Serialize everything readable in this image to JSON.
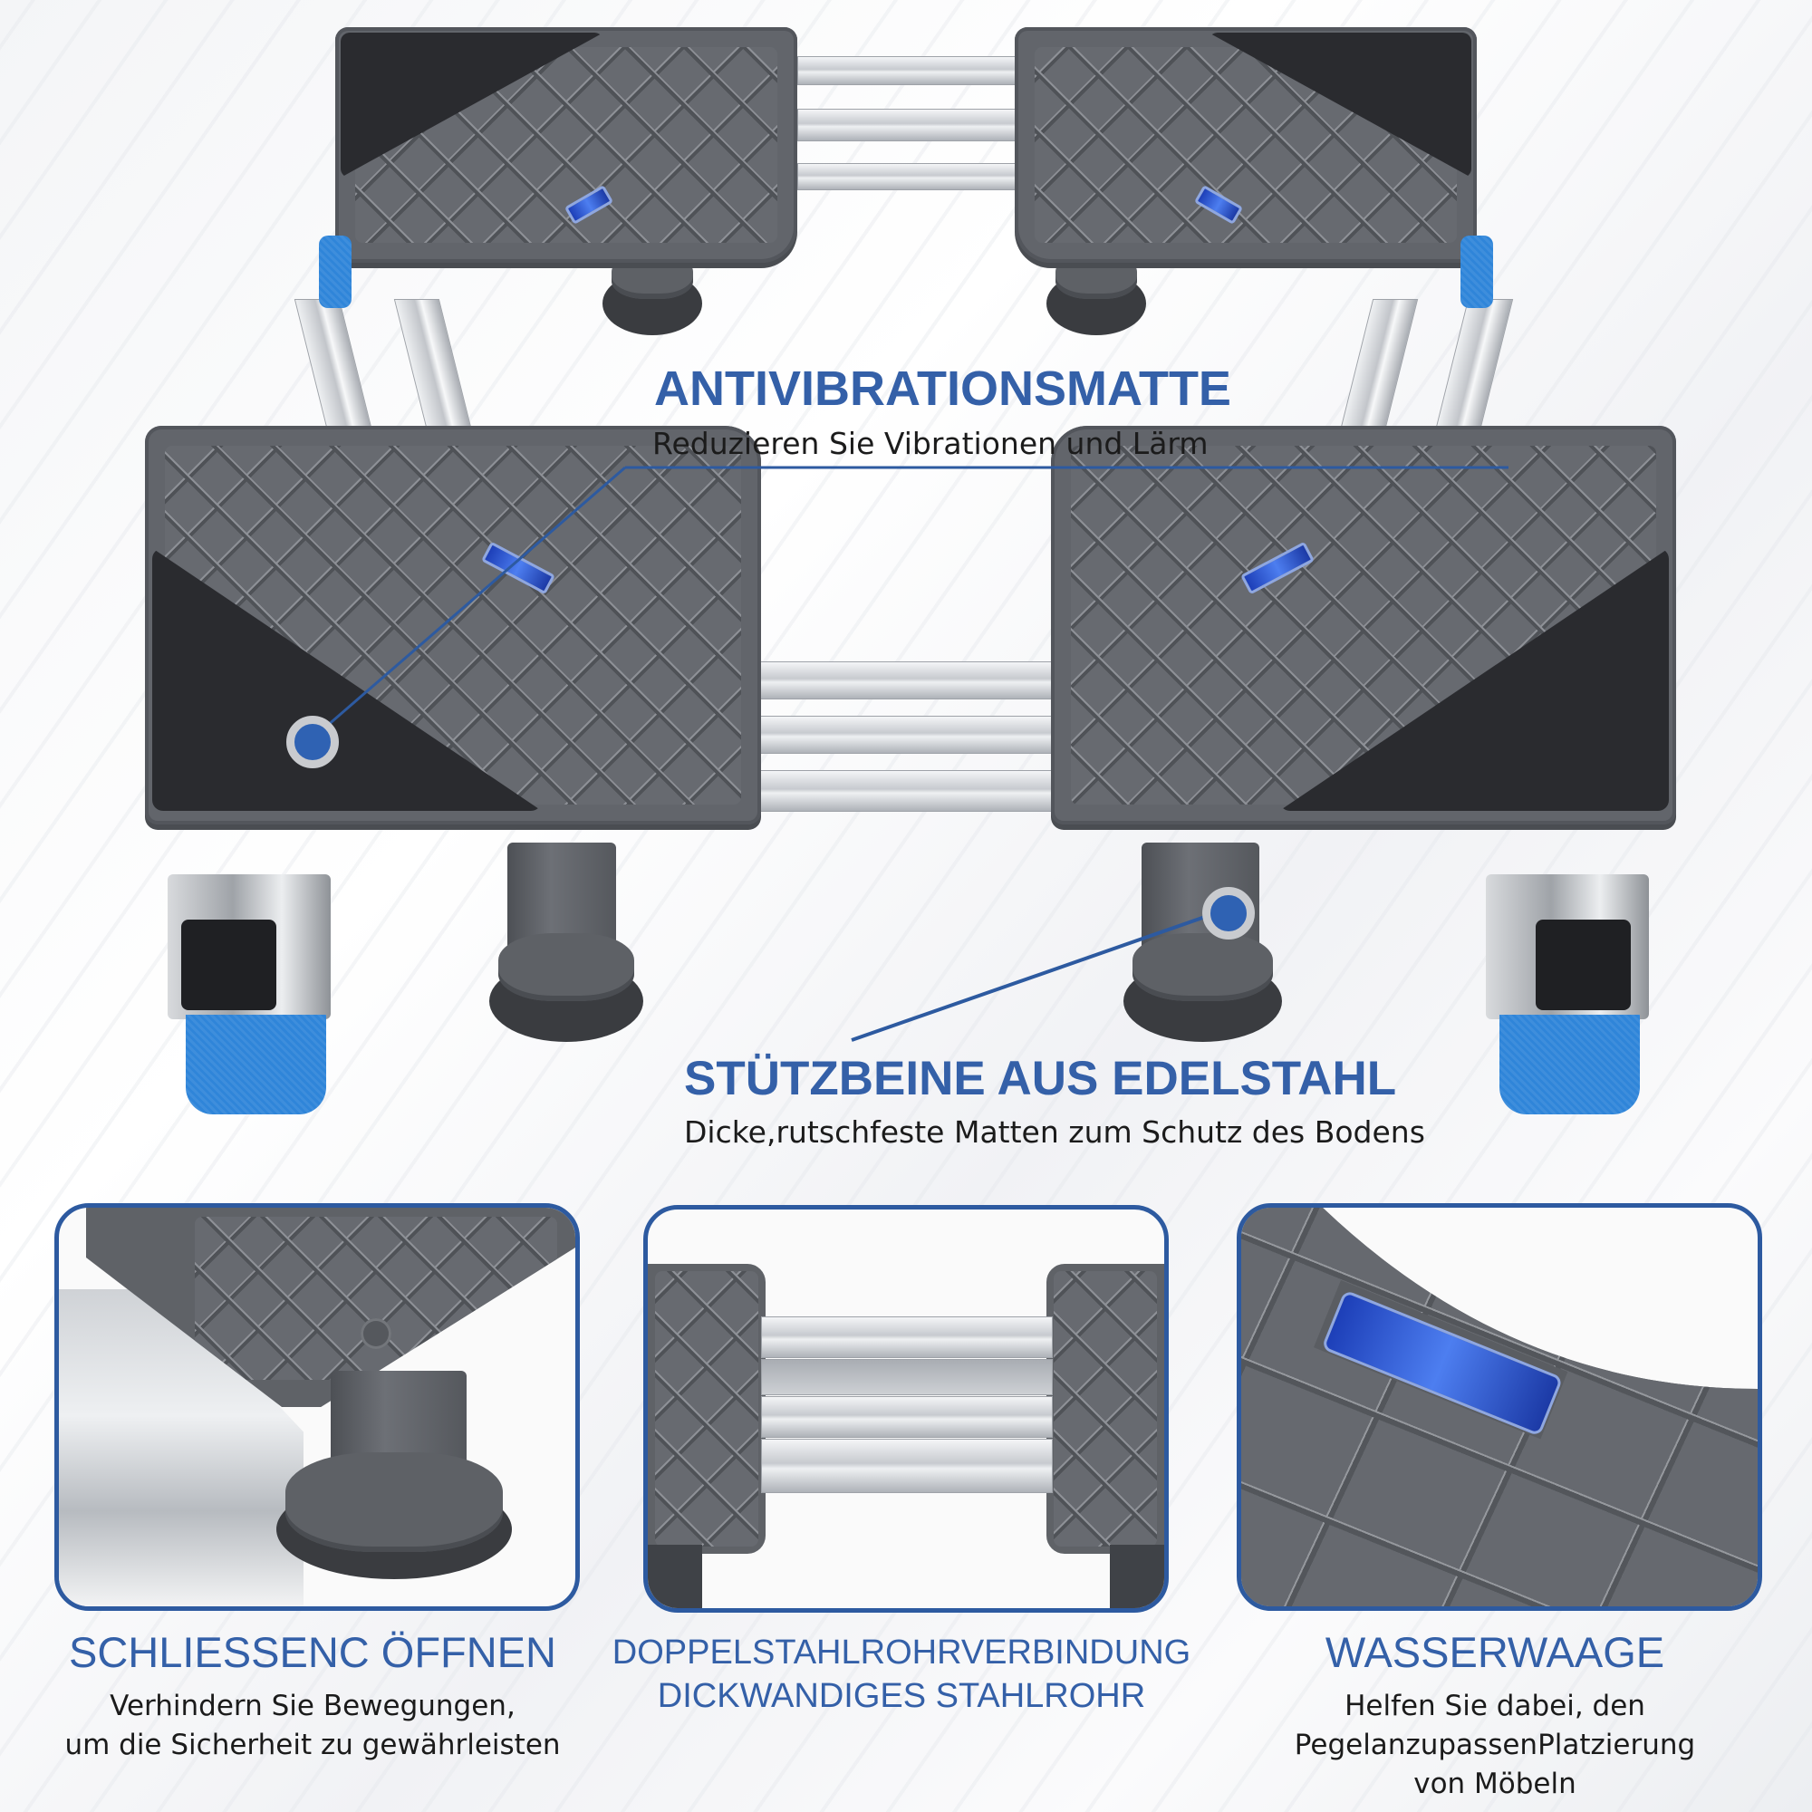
{
  "colors": {
    "accent_blue": "#3460a8",
    "panel_border": "#2d5aa0",
    "plate_gray": "#62656b",
    "mat_black": "#2a2b2f",
    "wheel_blue": "#2f85d9",
    "text_dark": "#1b1b1b"
  },
  "product": {
    "name": "adjustable-appliance-base-trolley",
    "parts": [
      "corner-plate",
      "anti-vibration-mat",
      "steel-rail",
      "support-leg",
      "adjust-knob",
      "spirit-level",
      "locking-caster"
    ]
  },
  "callouts": [
    {
      "title": "ANTIVIBRATIONSMATTE",
      "subtitle": "Reduzieren Sie Vibrationen und Lärm",
      "marker_icon": "callout-dot-icon"
    },
    {
      "title": "STÜTZBEINE AUS EDELSTAHL",
      "subtitle": "Dicke,rutschfeste Matten zum Schutz des Bodens",
      "marker_icon": "callout-dot-icon"
    }
  ],
  "panels": [
    {
      "image": "lock-latch-detail",
      "title": "SCHLIESSENC ÖFFNEN",
      "lines": [
        "Verhindern Sie Bewegungen,",
        "um die Sicherheit zu gewährleisten"
      ]
    },
    {
      "image": "double-steel-tube-detail",
      "title_lines": [
        "DOPPELSTAHLROHRVERBINDUNG",
        "DICKWANDIGES STAHLROHR"
      ]
    },
    {
      "image": "spirit-level-detail",
      "title": "WASSERWAAGE",
      "lines": [
        "Helfen Sie dabei, den",
        "PegelanzupassenPlatzierung",
        "von Möbeln"
      ]
    }
  ]
}
